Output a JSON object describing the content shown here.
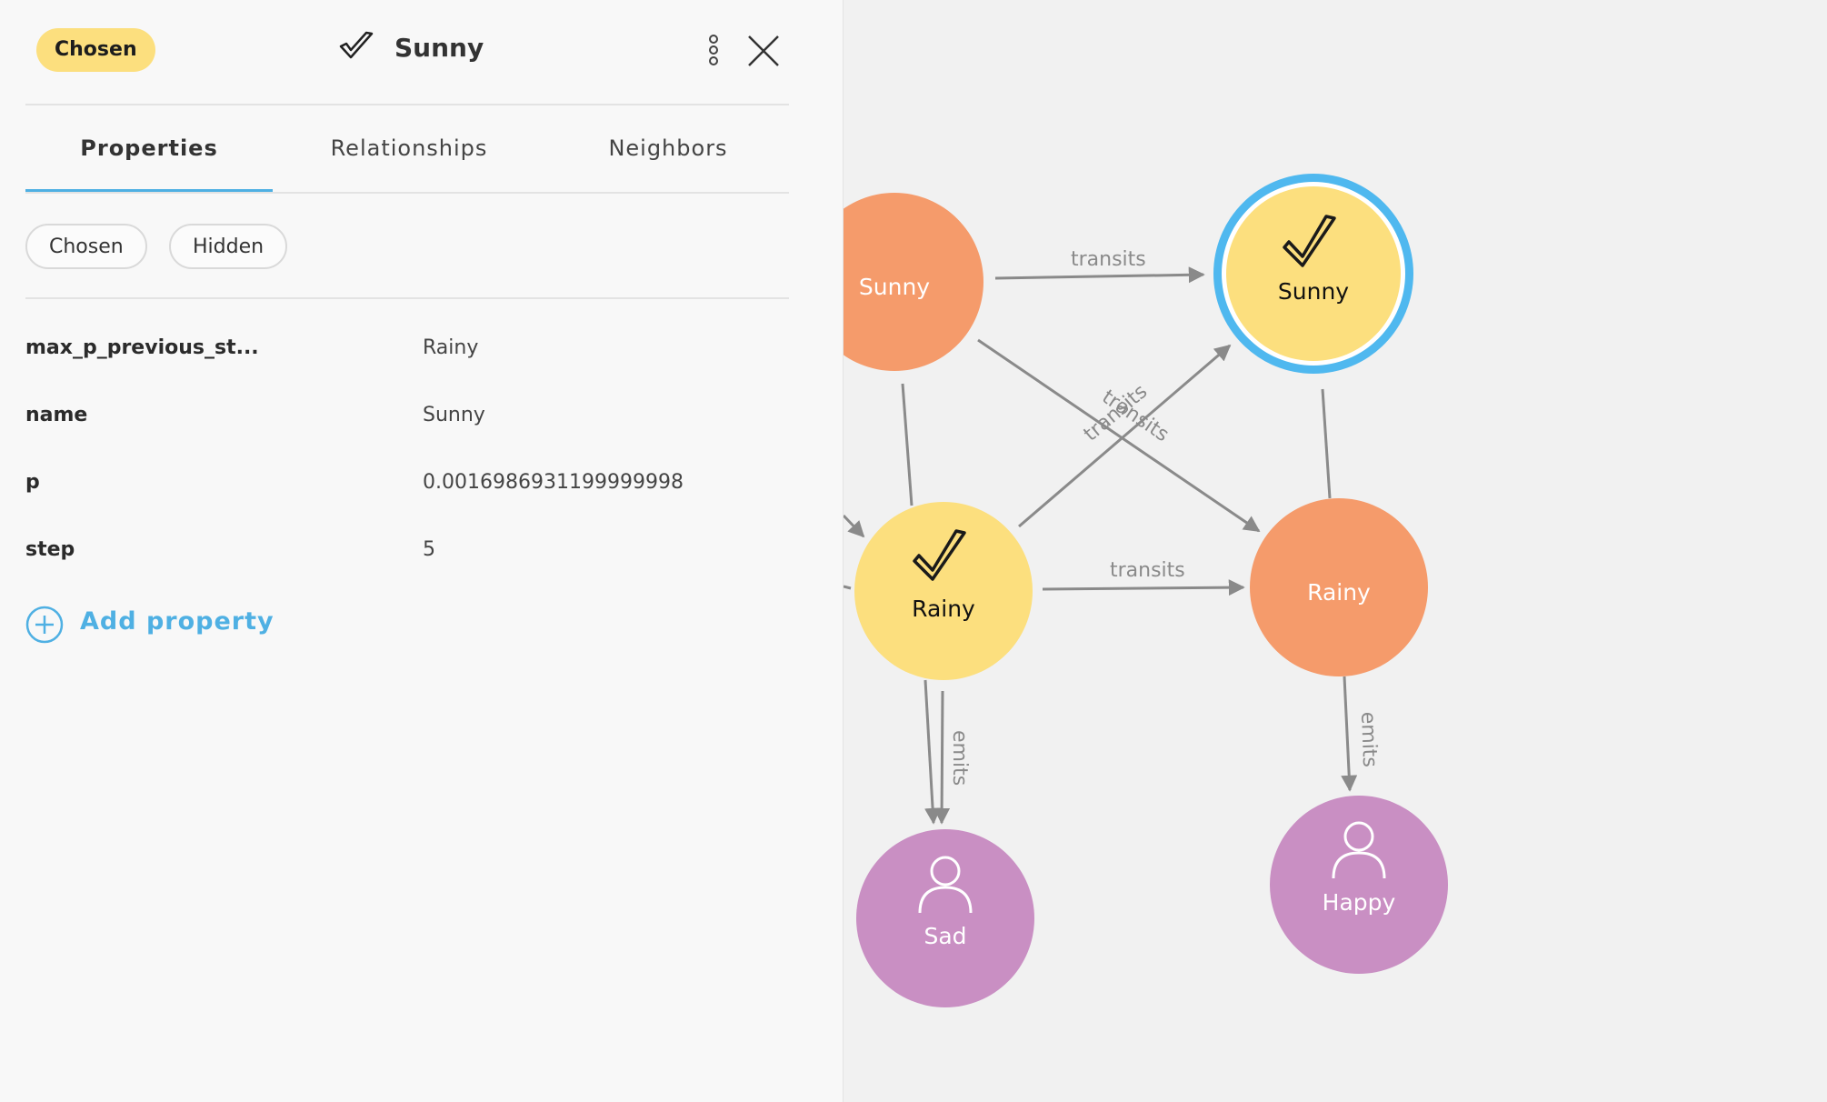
{
  "panel": {
    "badge": "Chosen",
    "title": "Sunny",
    "tabs": [
      {
        "label": "Properties",
        "active": true
      },
      {
        "label": "Relationships",
        "active": false
      },
      {
        "label": "Neighbors",
        "active": false
      }
    ],
    "labels": [
      "Chosen",
      "Hidden"
    ],
    "properties": [
      {
        "key": "max_p_previous_st...",
        "value": "Rainy"
      },
      {
        "key": "name",
        "value": "Sunny"
      },
      {
        "key": "p",
        "value": "0.0016986931199999998"
      },
      {
        "key": "step",
        "value": "5"
      }
    ],
    "add_property": "Add property"
  },
  "graph": {
    "nodes": {
      "sunny_left": "Sunny",
      "sunny_selected": "Sunny",
      "rainy_center": "Rainy",
      "rainy_right": "Rainy",
      "sad": "Sad",
      "happy": "Happy"
    },
    "edges": {
      "sunny_to_sunny": "transits",
      "rainy_to_rainy": "transits",
      "cross_a": "transits",
      "cross_b": "transits",
      "rainy_emits_sad": "emits",
      "rainy_emits_happy": "emits"
    }
  },
  "colors": {
    "chosen_badge": "#fcdf7e",
    "accent": "#4fb0e3",
    "state_node": "#f59b6b",
    "chosen_node": "#fcdf7e",
    "observation_node": "#c98fc3",
    "edge": "#8a8a8a",
    "selection_ring": "#4fb8ef"
  },
  "icons": {
    "chosen": "check-icon",
    "observation": "person-icon",
    "menu": "more-vertical-icon",
    "close": "close-icon",
    "add": "plus-circle-icon"
  }
}
